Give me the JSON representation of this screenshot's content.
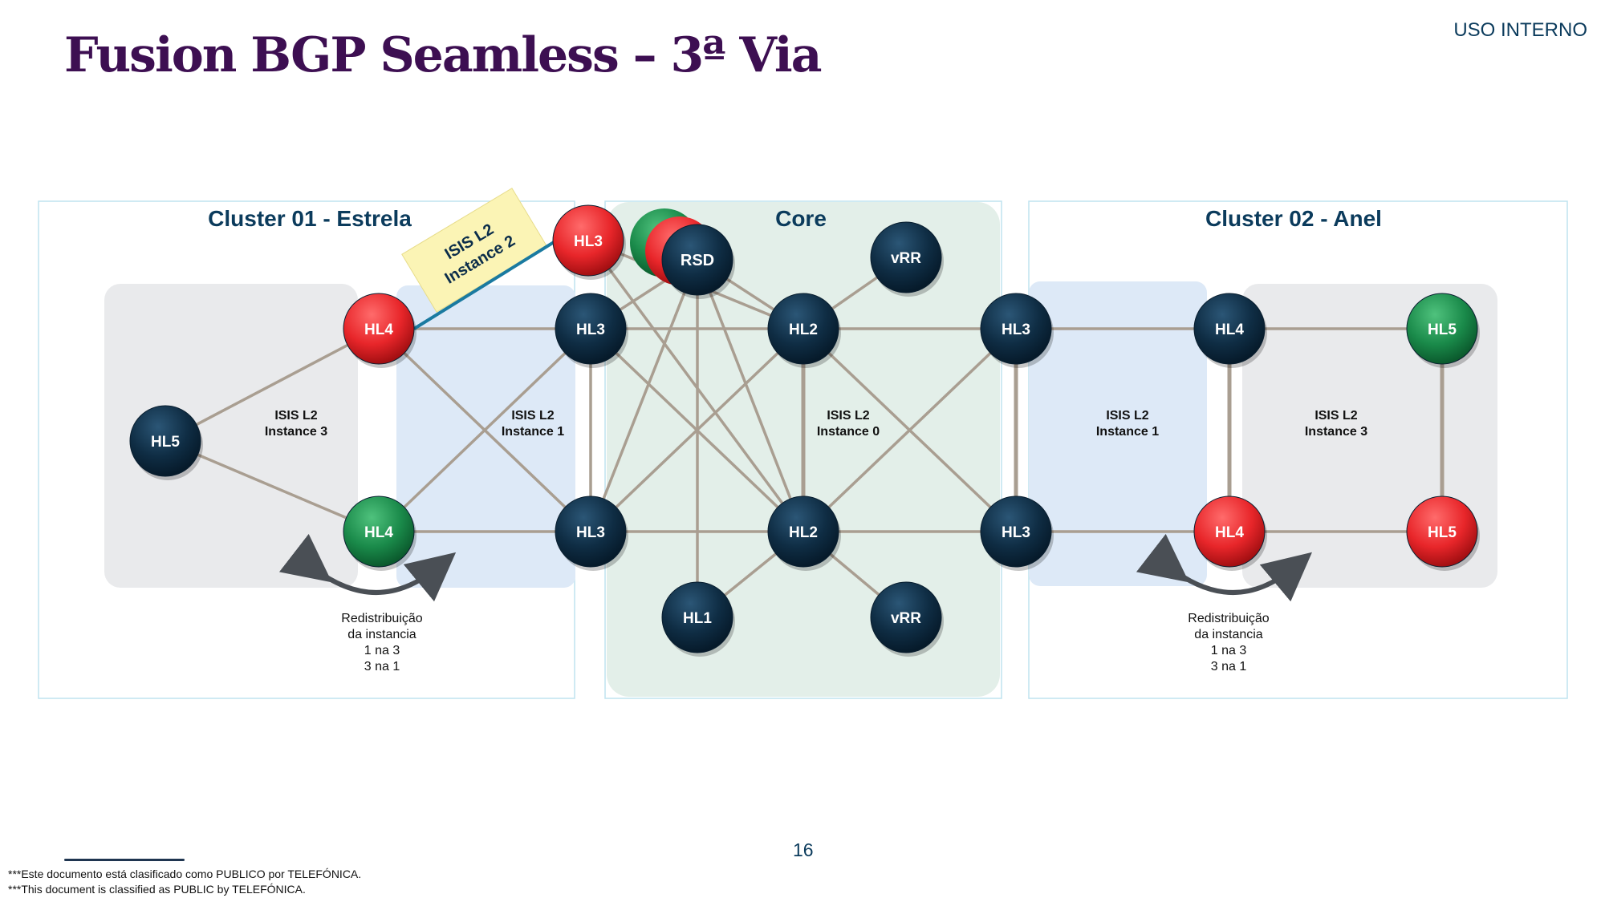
{
  "header": {
    "title": "Fusion BGP Seamless – 3ª Via",
    "classification": "USO INTERNO"
  },
  "regions": {
    "cluster01": "Cluster 01 - Estrela",
    "core": "Core",
    "cluster02": "Cluster 02 - Anel"
  },
  "instances": {
    "c1_inst3": [
      "ISIS L2",
      "Instance 3"
    ],
    "c1_inst1": [
      "ISIS L2",
      "Instance 1"
    ],
    "core_inst0": [
      "ISIS L2",
      "Instance 0"
    ],
    "c2_inst1": [
      "ISIS L2",
      "Instance 1"
    ],
    "c2_inst3": [
      "ISIS L2",
      "Instance 3"
    ],
    "inst2": [
      "ISIS L2",
      "Instance 2"
    ]
  },
  "redistribution": {
    "left": [
      "Redistribuição",
      "da instancia",
      "1 na 3",
      "3 na 1"
    ],
    "right": [
      "Redistribuição",
      "da instancia",
      "1 na 3",
      "3 na 1"
    ]
  },
  "colors": {
    "navy": "#0f2d44",
    "red": "#e8262a",
    "green": "#1a8a4a",
    "link": "#a99e91",
    "instance2_link": "#1a7aa0"
  },
  "nodes": [
    {
      "id": "c1_hl5",
      "label": "HL5",
      "color": "navy"
    },
    {
      "id": "c1_hl4_top",
      "label": "HL4",
      "color": "red"
    },
    {
      "id": "c1_hl4_bot",
      "label": "HL4",
      "color": "green"
    },
    {
      "id": "hl3_top_red",
      "label": "HL3",
      "color": "red"
    },
    {
      "id": "c1_hl3_mid",
      "label": "HL3",
      "color": "navy"
    },
    {
      "id": "c1_hl3_bot",
      "label": "HL3",
      "color": "navy"
    },
    {
      "id": "rsd",
      "label": "RSD",
      "color": "navy"
    },
    {
      "id": "core_hl2_top",
      "label": "HL2",
      "color": "navy"
    },
    {
      "id": "core_hl2_bot",
      "label": "HL2",
      "color": "navy"
    },
    {
      "id": "vrr_top",
      "label": "vRR",
      "color": "navy"
    },
    {
      "id": "vrr_bot",
      "label": "vRR",
      "color": "navy"
    },
    {
      "id": "hl1",
      "label": "HL1",
      "color": "navy"
    },
    {
      "id": "c2_hl3_top",
      "label": "HL3",
      "color": "navy"
    },
    {
      "id": "c2_hl3_bot",
      "label": "HL3",
      "color": "navy"
    },
    {
      "id": "c2_hl4_top",
      "label": "HL4",
      "color": "navy"
    },
    {
      "id": "c2_hl4_bot",
      "label": "HL4",
      "color": "red"
    },
    {
      "id": "c2_hl5_top",
      "label": "HL5",
      "color": "green"
    },
    {
      "id": "c2_hl5_bot",
      "label": "HL5",
      "color": "red"
    }
  ],
  "links": [
    [
      "c1_hl5",
      "c1_hl4_top"
    ],
    [
      "c1_hl5",
      "c1_hl4_bot"
    ],
    [
      "c1_hl4_top",
      "c1_hl3_mid"
    ],
    [
      "c1_hl4_top",
      "c1_hl3_bot"
    ],
    [
      "c1_hl4_bot",
      "c1_hl3_mid"
    ],
    [
      "c1_hl4_bot",
      "c1_hl3_bot"
    ],
    [
      "c1_hl3_mid",
      "c1_hl3_bot"
    ],
    [
      "c1_hl3_mid",
      "core_hl2_top"
    ],
    [
      "c1_hl3_mid",
      "core_hl2_bot"
    ],
    [
      "c1_hl3_bot",
      "core_hl2_top"
    ],
    [
      "c1_hl3_bot",
      "core_hl2_bot"
    ],
    [
      "hl3_top_red",
      "core_hl2_top"
    ],
    [
      "hl3_top_red",
      "core_hl2_bot"
    ],
    [
      "rsd",
      "c1_hl3_mid"
    ],
    [
      "rsd",
      "c1_hl3_bot"
    ],
    [
      "rsd",
      "core_hl2_top"
    ],
    [
      "rsd",
      "core_hl2_bot"
    ],
    [
      "rsd",
      "hl1"
    ],
    [
      "hl1",
      "core_hl2_bot"
    ],
    [
      "core_hl2_top",
      "core_hl2_bot"
    ],
    [
      "core_hl2_top",
      "vrr_top"
    ],
    [
      "core_hl2_bot",
      "vrr_bot"
    ],
    [
      "core_hl2_top",
      "c2_hl3_top"
    ],
    [
      "core_hl2_top",
      "c2_hl3_bot"
    ],
    [
      "core_hl2_bot",
      "c2_hl3_top"
    ],
    [
      "core_hl2_bot",
      "c2_hl3_bot"
    ],
    [
      "c2_hl3_top",
      "c2_hl3_bot"
    ],
    [
      "c2_hl3_top",
      "c2_hl4_top"
    ],
    [
      "c2_hl3_bot",
      "c2_hl4_bot"
    ],
    [
      "c2_hl4_top",
      "c2_hl4_bot"
    ],
    [
      "c2_hl4_top",
      "c2_hl5_top"
    ],
    [
      "c2_hl4_bot",
      "c2_hl5_bot"
    ],
    [
      "c2_hl5_top",
      "c2_hl5_bot"
    ]
  ],
  "page_number": "16",
  "footer": {
    "line1": "***Este documento está clasificado como PUBLICO por TELEFÓNICA.",
    "line2": "***This document is classified as PUBLIC by TELEFÓNICA."
  }
}
